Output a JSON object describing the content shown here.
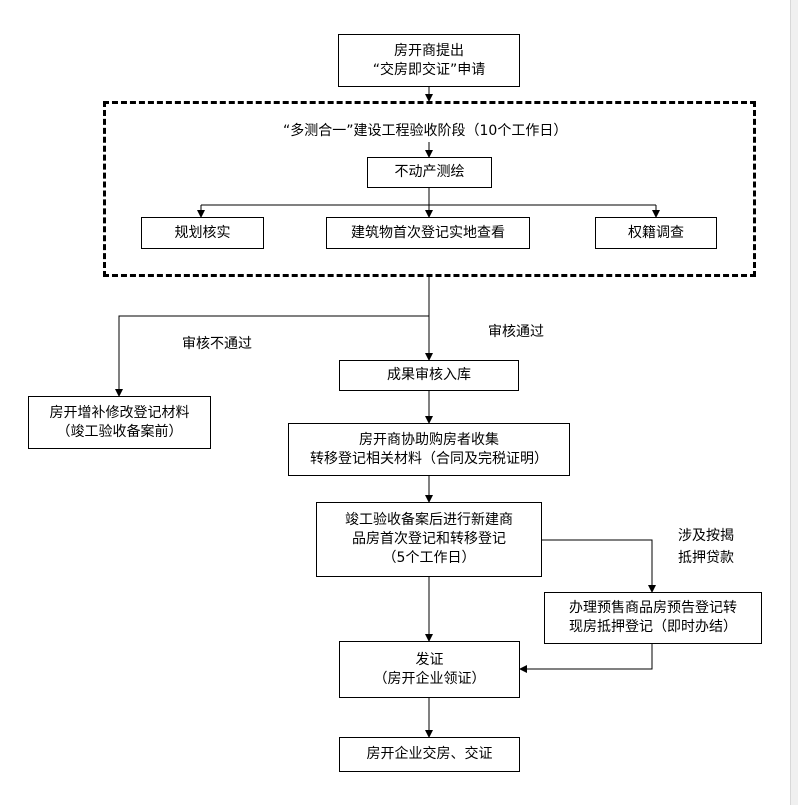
{
  "start": {
    "lines": [
      "房开商提出",
      "“交房即交证”申请"
    ]
  },
  "stage": {
    "title": "“多测合一”建设工程验收阶段（10个工作日）",
    "survey": "不动产测绘",
    "sub1": "规划核实",
    "sub2": "建筑物首次登记实地查看",
    "sub3": "权籍调查"
  },
  "review": {
    "fail_label": "审核不通过",
    "pass_label": "审核通过",
    "fail_box": [
      "房开增补修改登记材料",
      "（竣工验收备案前）"
    ],
    "warehouse": "成果审核入库"
  },
  "collect": {
    "lines": [
      "房开商协助购房者收集",
      "转移登记相关材料（合同及完税证明）"
    ]
  },
  "register": {
    "lines": [
      "竣工验收备案后进行新建商",
      "品房首次登记和转移登记",
      "（5个工作日）"
    ]
  },
  "mortgage": {
    "label": [
      "涉及按揭",
      "抵押贷款"
    ],
    "box": [
      "办理预售商品房预告登记转",
      "现房抵押登记（即时办结）"
    ]
  },
  "certify": {
    "lines": [
      "发证",
      "（房开企业领证）"
    ]
  },
  "end": {
    "text": "房开企业交房、交证"
  },
  "colors": {
    "line": "#000000",
    "background": "#ffffff"
  }
}
